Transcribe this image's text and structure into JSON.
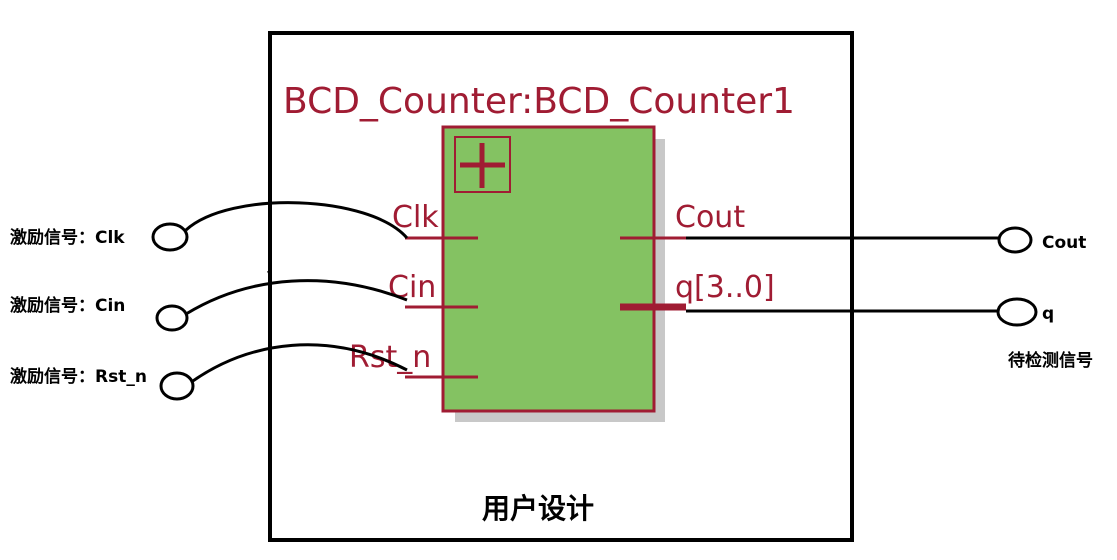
{
  "module": {
    "instance_title": "BCD_Counter:BCD_Counter1",
    "design_caption": "用户设计"
  },
  "ports": {
    "inputs": [
      "Clk",
      "Cin",
      "Rst_n"
    ],
    "outputs": [
      "Cout",
      "q[3..0]"
    ]
  },
  "external": {
    "input_labels": [
      "激励信号：Clk",
      "激励信号：Cin",
      "激励信号：Rst_n"
    ],
    "output_labels": [
      "Cout",
      "q"
    ],
    "output_group_label": "待检测信号"
  },
  "colors": {
    "block_fill": "#84c262",
    "block_border": "#a01c33",
    "port_text": "#a01c33",
    "wire": "#000000"
  },
  "icons": {
    "expand": "plus-icon"
  }
}
